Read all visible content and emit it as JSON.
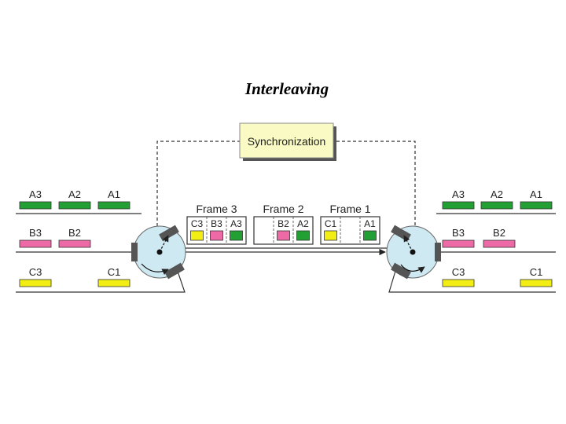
{
  "title": "Interleaving",
  "sync_label": "Synchronization",
  "colors": {
    "A": "#22a033",
    "B": "#ee6aa7",
    "C": "#f2ee14",
    "rotor": "#cfe9f2",
    "sync_box": "#fafac4",
    "contact": "#555555"
  },
  "left_inputs": {
    "A": [
      "A3",
      "A2",
      "A1"
    ],
    "B": [
      "B3",
      "B2"
    ],
    "C": [
      "C3",
      "C1"
    ]
  },
  "right_outputs": {
    "A": [
      "A3",
      "A2",
      "A1"
    ],
    "B": [
      "B3",
      "B2"
    ],
    "C": [
      "C3",
      "C1"
    ]
  },
  "frames": [
    {
      "label": "Frame 3",
      "slots": [
        "C3",
        "B3",
        "A3"
      ]
    },
    {
      "label": "Frame 2",
      "slots": [
        "",
        "B2",
        "A2"
      ]
    },
    {
      "label": "Frame 1",
      "slots": [
        "C1",
        "",
        "A1"
      ]
    }
  ]
}
